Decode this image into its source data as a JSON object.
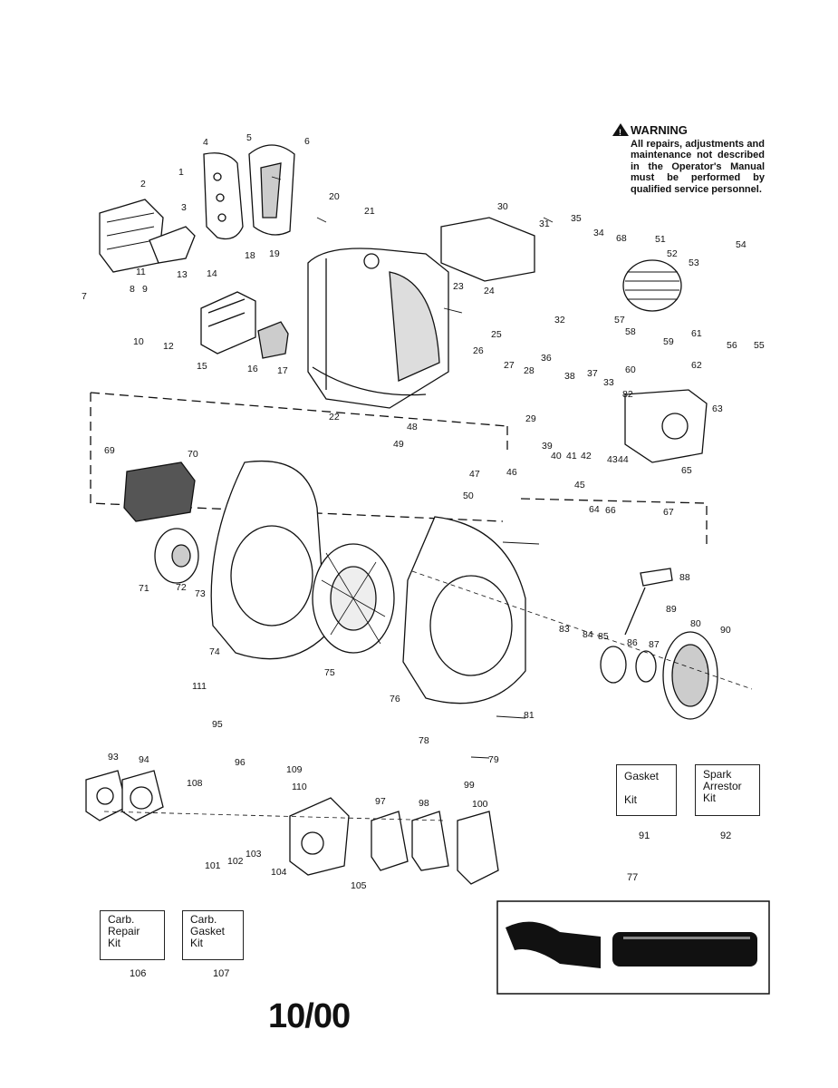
{
  "warning": {
    "title": "WARNING",
    "text": "All repairs, adjustments and maintenance not described in the Operator's Manual must be performed by qualified service personnel."
  },
  "kits": {
    "gasket": {
      "label": "Gasket\n\nKit",
      "number": "91"
    },
    "spark": {
      "label": "Spark\nArrestor\nKit",
      "number": "92"
    },
    "carb_repair": {
      "label": "Carb.\nRepair\nKit",
      "number": "106"
    },
    "carb_gasket": {
      "label": "Carb.\nGasket\nKit",
      "number": "107"
    }
  },
  "tube_part": "77",
  "date": "10/00",
  "part_labels": [
    "1",
    "2",
    "3",
    "4",
    "5",
    "6",
    "7",
    "8",
    "9",
    "10",
    "11",
    "12",
    "13",
    "14",
    "15",
    "16",
    "17",
    "18",
    "19",
    "20",
    "21",
    "22",
    "23",
    "24",
    "25",
    "26",
    "27",
    "28",
    "29",
    "30",
    "31",
    "32",
    "33",
    "34",
    "35",
    "36",
    "37",
    "38",
    "39",
    "40",
    "41",
    "42",
    "43",
    "44",
    "45",
    "46",
    "47",
    "48",
    "49",
    "50",
    "51",
    "52",
    "53",
    "54",
    "55",
    "56",
    "57",
    "58",
    "59",
    "60",
    "61",
    "62",
    "63",
    "64",
    "65",
    "66",
    "67",
    "68",
    "69",
    "70",
    "71",
    "72",
    "73",
    "74",
    "75",
    "76",
    "78",
    "79",
    "80",
    "81",
    "82",
    "83",
    "84",
    "85",
    "86",
    "87",
    "88",
    "89",
    "90",
    "93",
    "94",
    "95",
    "96",
    "97",
    "98",
    "99",
    "100",
    "101",
    "102",
    "103",
    "104",
    "105",
    "108",
    "109",
    "110",
    "111"
  ]
}
